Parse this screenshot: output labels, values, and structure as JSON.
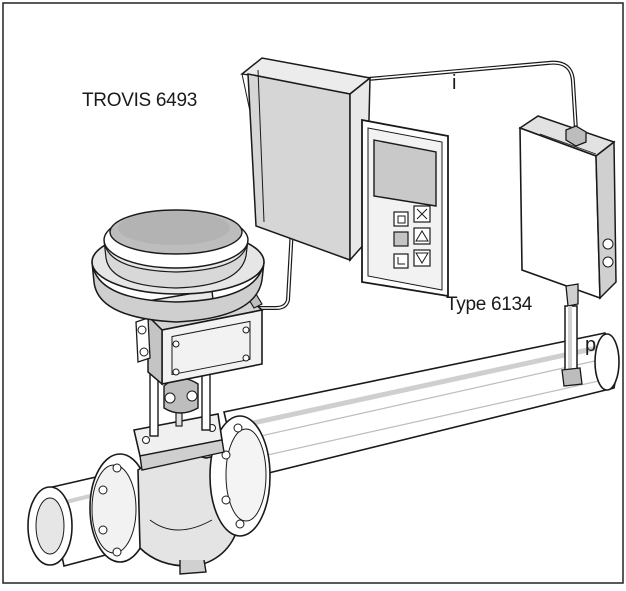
{
  "labels": {
    "controller_name": "TROVIS 6493",
    "transducer_name": "Type 6134",
    "current_signal": "i",
    "pressure_signal": "p"
  },
  "colors": {
    "line": "#1a1a1a",
    "frame": "#222222",
    "body_fill": "#ffffff",
    "shade": "#d9d9d9",
    "dark_shade": "#bcbcbc",
    "screen": "#c9c9c9"
  }
}
